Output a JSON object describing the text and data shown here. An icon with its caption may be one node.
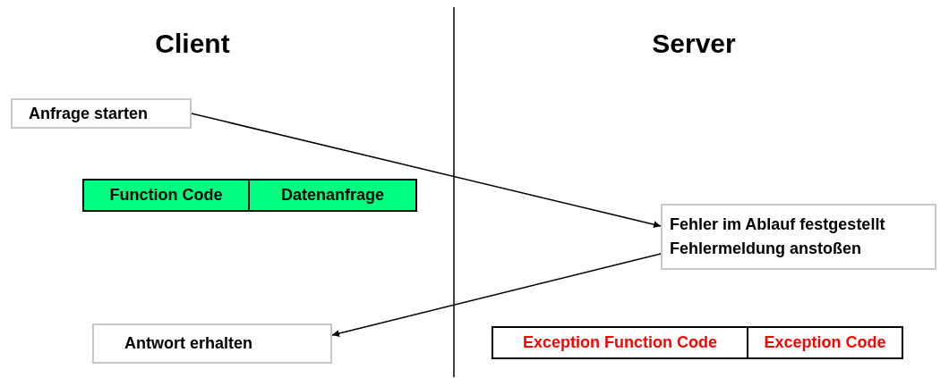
{
  "diagram": {
    "nodes": [
      {
        "text": [
          "Anfrage starten"
        ]
      },
      {
        "text": [
          "Function Code"
        ]
      },
      {
        "text": [
          "Datenanfrage"
        ]
      },
      {
        "text": [
          "Fehler im Ablauf festgestellt",
          "Fehlermeldung anstoßen"
        ]
      },
      {
        "text": [
          "Antwort erhalten"
        ]
      },
      {
        "text": [
          "Exception Function Code"
        ]
      },
      {
        "text": [
          "Exception Code"
        ]
      }
    ],
    "edges": [
      {
        "from": 0,
        "to": 3,
        "arrow": "to"
      },
      {
        "from": 3,
        "to": 4,
        "arrow": "to"
      }
    ],
    "labels": [
      "Client",
      "Server"
    ]
  }
}
